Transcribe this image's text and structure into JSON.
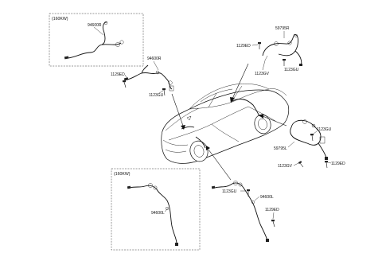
{
  "boxes": {
    "top_left_variant": "(160KW)",
    "bottom_left_variant": "(160KW)"
  },
  "parts": {
    "p94600R_box": "94600R",
    "p94600R_main": "94600R",
    "p1129ED_left": "1129ED",
    "p1123GU_left": "1123GU",
    "p59795R": "59795R",
    "p1129ED_top": "1129ED",
    "p1123GU_top": "1123GU",
    "p1123GV_top": "1123GV",
    "p1123GU_right": "1123GU",
    "p59795L": "59795L",
    "p1123GV_right": "1123GV",
    "p1129ED_right": "1129ED",
    "p94600L_box": "94600L",
    "p1123GU_bottom": "1123GU",
    "p94600L_main": "94600L",
    "p1129ED_bottom": "1129ED"
  }
}
